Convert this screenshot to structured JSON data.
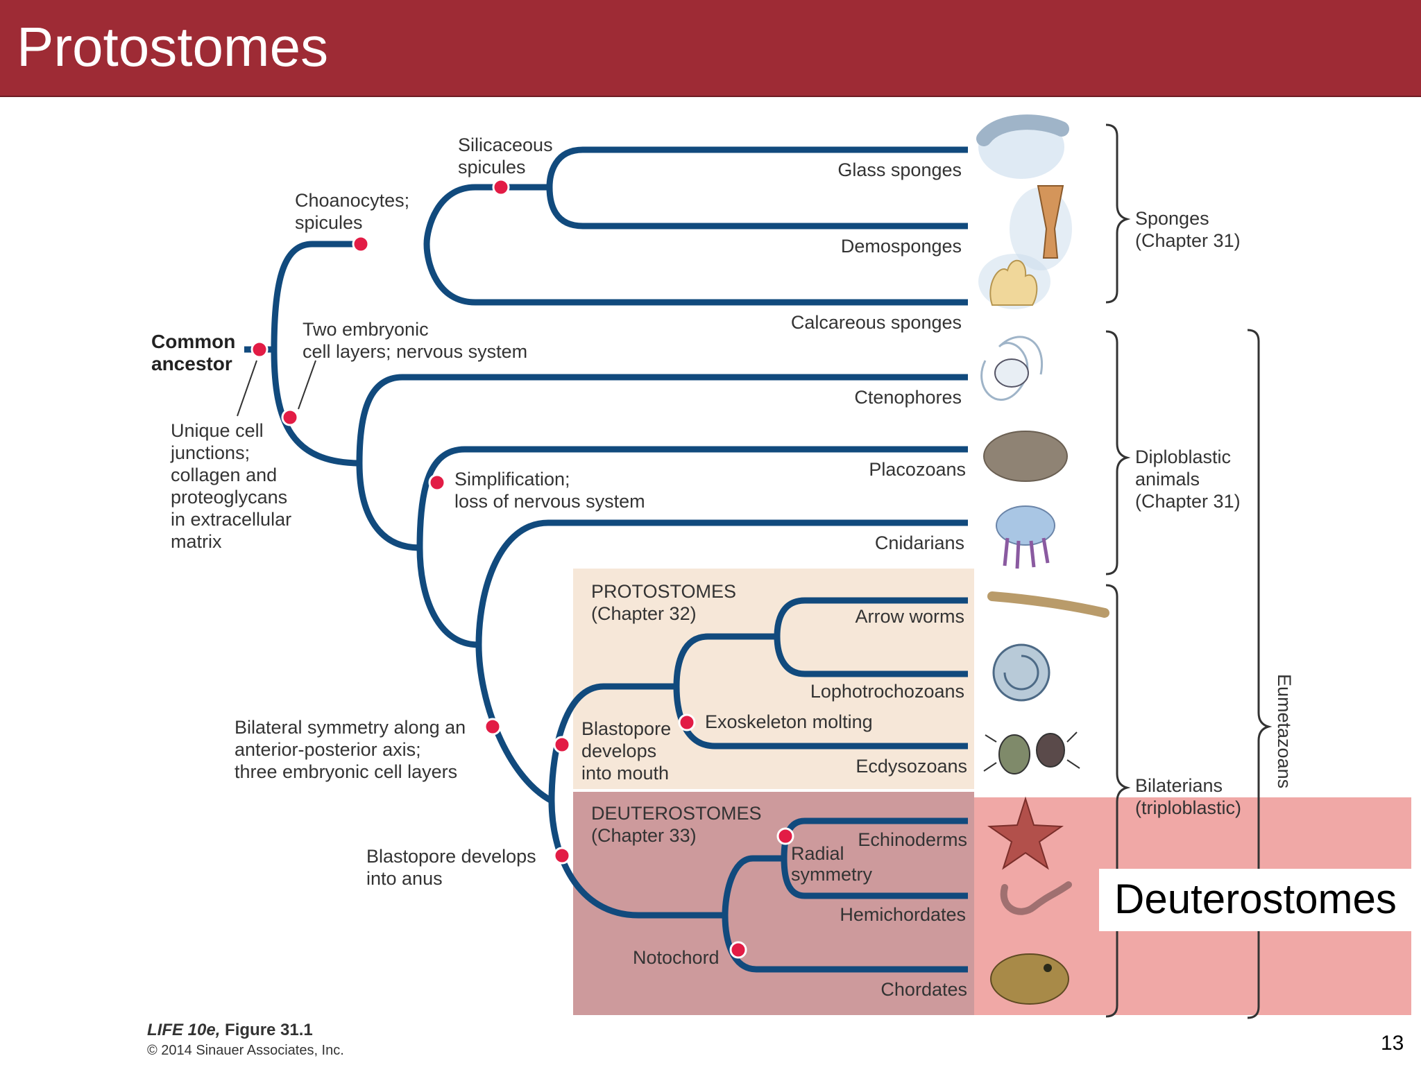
{
  "slide": {
    "title": "Protostomes",
    "overlay_label": "Deuterostomes",
    "page_number": "13",
    "credit_italic": "LIFE 10e,",
    "credit_figure": "Figure 31.1",
    "copyright": "© 2014 Sinauer Associates, Inc."
  },
  "tree": {
    "root": [
      "Common",
      "ancestor"
    ],
    "characters": {
      "silicaceous": [
        "Silicaceous",
        "spicules"
      ],
      "choanocytes": [
        "Choanocytes;",
        "spicules"
      ],
      "two_layers": [
        "Two embryonic",
        "cell layers; nervous system"
      ],
      "unique_cell": [
        "Unique cell",
        "junctions;",
        "collagen and",
        "proteoglycans",
        "in extracellular",
        "matrix"
      ],
      "simplification": [
        "Simplification;",
        "loss of nervous system"
      ],
      "bilateral": [
        "Bilateral symmetry along an",
        "anterior-posterior axis;",
        "three embryonic cell layers"
      ],
      "blastopore_anus": [
        "Blastopore develops",
        "into anus"
      ],
      "blastopore_mouth": [
        "Blastopore",
        "develops",
        "into mouth"
      ],
      "exoskeleton": "Exoskeleton molting",
      "radial": [
        "Radial",
        "symmetry"
      ],
      "notochord": "Notochord"
    },
    "taxa": {
      "glass_sponges": "Glass sponges",
      "demosponges": "Demosponges",
      "calcareous_sponges": "Calcareous sponges",
      "ctenophores": "Ctenophores",
      "placozoans": "Placozoans",
      "cnidarians": "Cnidarians",
      "arrow_worms": "Arrow worms",
      "lophotrochozoans": "Lophotrochozoans",
      "ecdysozoans": "Ecdysozoans",
      "echinoderms": "Echinoderms",
      "hemichordates": "Hemichordates",
      "chordates": "Chordates"
    },
    "clades": {
      "protostomes": [
        "PROTOSTOMES",
        "(Chapter 32)"
      ],
      "deuterostomes": [
        "DEUTEROSTOMES",
        "(Chapter 33)"
      ]
    },
    "groups": {
      "sponges": [
        "Sponges",
        "(Chapter 31)"
      ],
      "diploblastic": [
        "Diploblastic",
        "animals",
        "(Chapter 31)"
      ],
      "bilaterians": [
        "Bilaterians",
        "(triploblastic)"
      ],
      "eumetazoans": "Eumetazoans"
    }
  },
  "colors": {
    "title_bar": "#9e2b35",
    "branch": "#114a7d",
    "dot": "#e21c45",
    "protostome_panel": "#f6e7d8",
    "deuterostome_panel": "#cd9a9c",
    "highlight_overlay": "#f0a8a6"
  }
}
